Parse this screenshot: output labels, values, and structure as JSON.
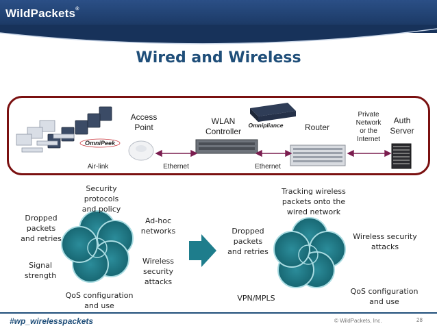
{
  "brand": {
    "logo_text": "WildPackets",
    "logo_mark": "®"
  },
  "slide": {
    "title": "Wired and Wireless",
    "hashtag": "#wp_wirelesspackets",
    "copyright": "© WildPackets, Inc.",
    "page_number": "28"
  },
  "network": {
    "omnipeek_label": "OmniPeek",
    "omnipliance_label": "Omnipliance",
    "access_point": [
      "Access",
      "Point"
    ],
    "wlan_controller": [
      "WLAN",
      "Controller"
    ],
    "router": "Router",
    "private_network": [
      "Private",
      "Network",
      "or the",
      "Internet"
    ],
    "auth_server": [
      "Auth",
      "Server"
    ],
    "links": {
      "airlink": "Air-link",
      "ethernet_1": "Ethernet",
      "ethernet_2": "Ethernet"
    }
  },
  "left_cluster": {
    "security": [
      "Security",
      "protocols",
      "and policy"
    ],
    "adhoc": [
      "Ad-hoc",
      "networks"
    ],
    "dropped": [
      "Dropped",
      "packets",
      "and retries"
    ],
    "signal": [
      "Signal",
      "strength"
    ],
    "wireless_attacks": [
      "Wireless",
      "security",
      "attacks"
    ],
    "qos": [
      "QoS configuration",
      "and use"
    ]
  },
  "right_cluster": {
    "tracking": [
      "Tracking wireless",
      "packets onto the",
      "wired network"
    ],
    "dropped": [
      "Dropped",
      "packets",
      "and retries"
    ],
    "wireless_attacks": [
      "Wireless security",
      "attacks"
    ],
    "vpn": "VPN/MPLS",
    "qos": [
      "QoS configuration",
      "and use"
    ]
  },
  "colors": {
    "teal": "#1e7d8c",
    "teal_dark": "#0f5560",
    "navy": "#1f4e79",
    "border": "#7a1010"
  }
}
